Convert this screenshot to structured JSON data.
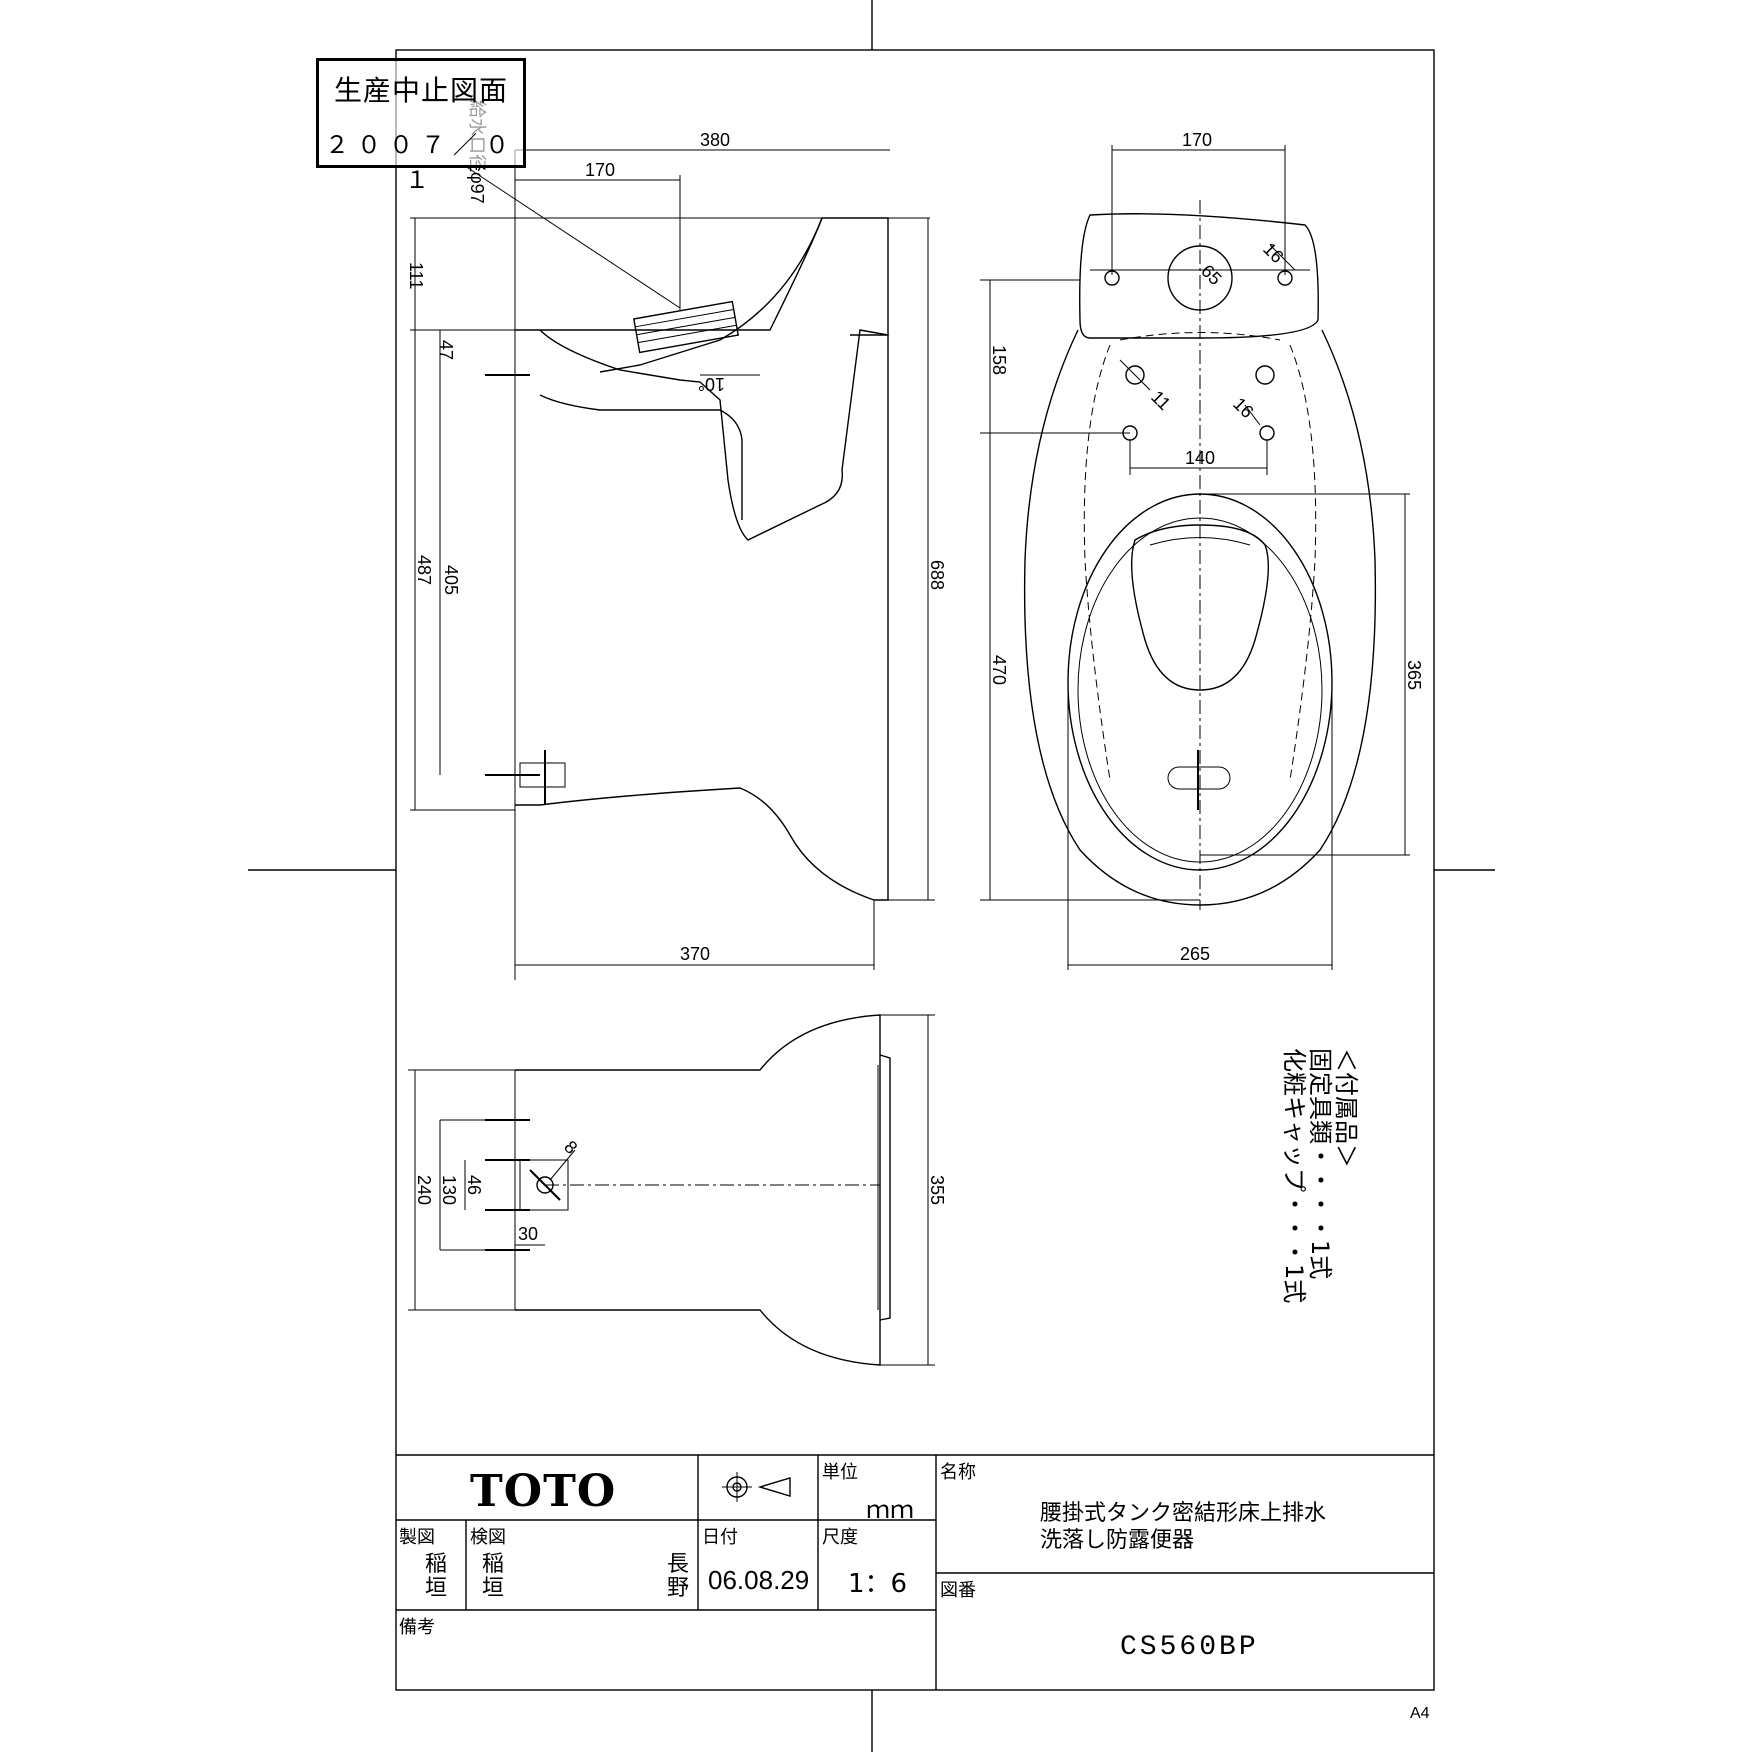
{
  "stamp": {
    "title": "生産中止図面",
    "date": "２００７／０１"
  },
  "side_view": {
    "dims": {
      "top_width": "380",
      "inlet_offset": "170",
      "tank_height": "111",
      "screw_offset": "47",
      "bottom_screw": "405",
      "floor_to_rim": "487",
      "total_height": "688",
      "bottom_width": "370",
      "angle": "10°",
      "inlet_dia": "給水口径φ97"
    }
  },
  "top_view": {
    "dims": {
      "hole_span": "170",
      "hole_dia": "16",
      "center_dia": "65",
      "tank_depth": "158",
      "bolt_dia": "11",
      "bolt_dia2": "16",
      "bolt_span": "140",
      "bowl_length": "365",
      "body_length": "470",
      "body_width": "265"
    }
  },
  "front_view": {
    "dims": {
      "height_240": "240",
      "height_130": "130",
      "offset_46": "46",
      "offset_30": "30",
      "angle_8": "8",
      "height_355": "355"
    }
  },
  "accessories": {
    "heading": "＜付属品＞",
    "item1": "固定具類・・・・1式",
    "item2": "化粧キャップ・・・1式"
  },
  "title_block": {
    "brand": "TOTO",
    "unit_label": "単位",
    "unit_value": "ｍｍ",
    "name_label": "名称",
    "name_line1": "腰掛式タンク密結形床上排水",
    "name_line2": "洗落し防露便器",
    "drawn_label": "製図",
    "drawn_by": "稲垣",
    "checked_label": "検図",
    "checked_by": "稲垣",
    "approved_by": "長野",
    "date_label": "日付",
    "date_value": "06.08.29",
    "scale_label": "尺度",
    "scale_value": "1：6",
    "drawing_no_label": "図番",
    "drawing_no": "CS560BP",
    "remarks_label": "備考"
  },
  "paper_size": "A4"
}
